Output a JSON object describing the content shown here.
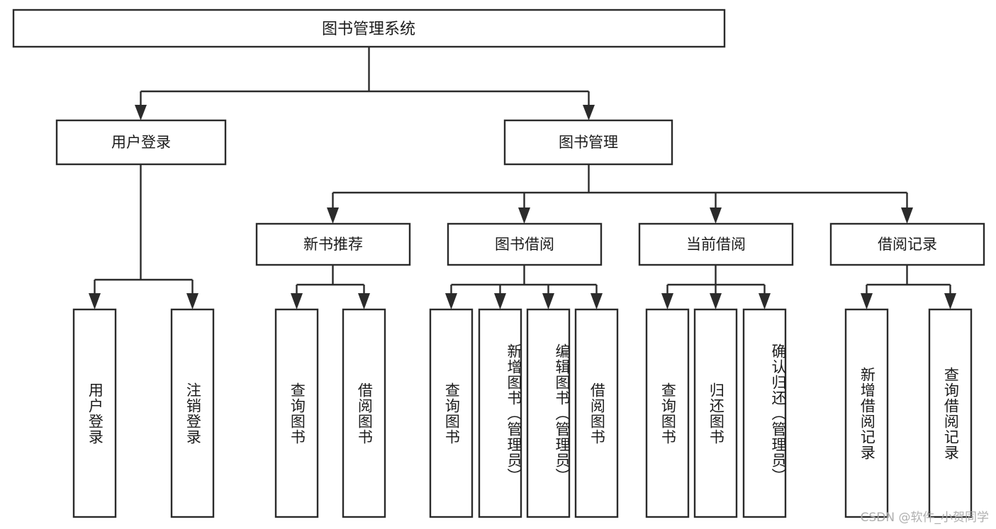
{
  "diagram": {
    "type": "tree-hierarchy",
    "title": "图书管理系统",
    "orientation": "top-down",
    "colors": {
      "box_stroke": "#2b2b2b",
      "box_fill": "#ffffff",
      "text": "#1b1b1b",
      "background": "#ffffff",
      "watermark": "#a9a9a9"
    },
    "root": {
      "label": "图书管理系统",
      "level": 0
    },
    "level2": [
      {
        "label": "用户登录"
      },
      {
        "label": "图书管理"
      }
    ],
    "level3": [
      {
        "label": "新书推荐"
      },
      {
        "label": "图书借阅"
      },
      {
        "label": "当前借阅"
      },
      {
        "label": "借阅记录"
      }
    ],
    "leaves": {
      "user_login": [
        {
          "label": "用户登录"
        },
        {
          "label": "注销登录"
        }
      ],
      "new_book_recommend": [
        {
          "label": "查询图书"
        },
        {
          "label": "借阅图书"
        }
      ],
      "book_borrow": [
        {
          "label": "查询图书"
        },
        {
          "label": "新增图书（管理员）"
        },
        {
          "label": "编辑图书（管理员）"
        },
        {
          "label": "借阅图书"
        }
      ],
      "current_borrow": [
        {
          "label": "查询图书"
        },
        {
          "label": "归还图书"
        },
        {
          "label": "确认归还（管理员）"
        }
      ],
      "borrow_record": [
        {
          "label": "新增借阅记录"
        },
        {
          "label": "查询借阅记录"
        }
      ]
    }
  },
  "watermark": {
    "text": "CSDN @软件_小贺同学"
  }
}
